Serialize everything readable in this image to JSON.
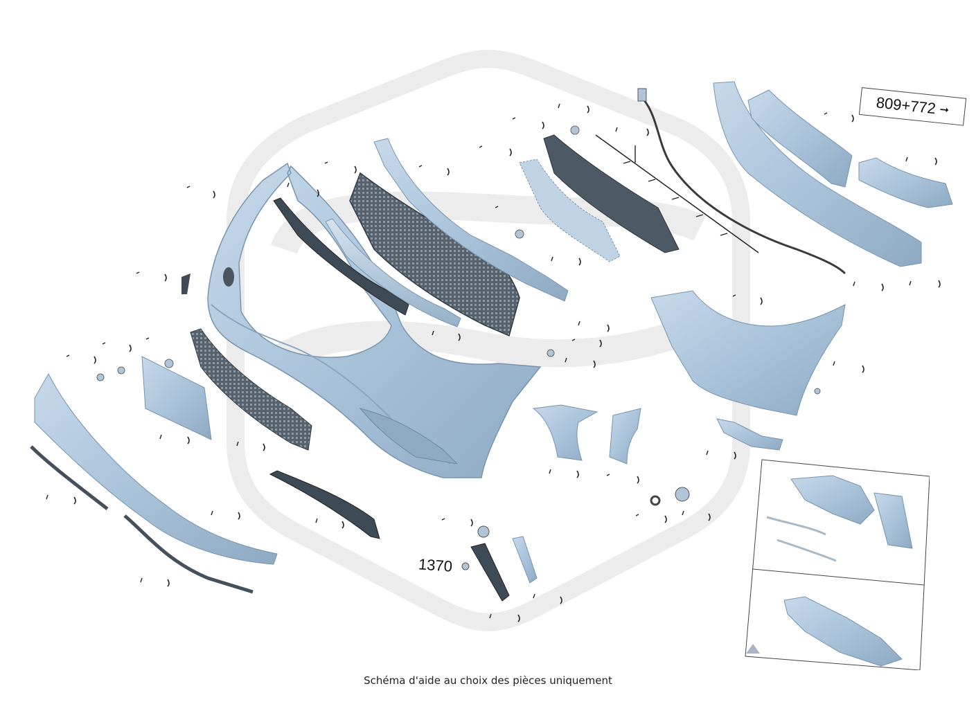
{
  "reference_labels": {
    "ref_809_772": "809+772",
    "ref_1370": "1370"
  },
  "caption": "Schéma d'aide au choix des pièces uniquement",
  "colors": {
    "part_fill": "#a9c3da",
    "part_stroke": "#7894ad",
    "part_dark": "#4a5560",
    "watermark": "#e6e6e6",
    "line": "#333333"
  },
  "icons": {
    "ref_arrow": "arrow-right-icon"
  }
}
